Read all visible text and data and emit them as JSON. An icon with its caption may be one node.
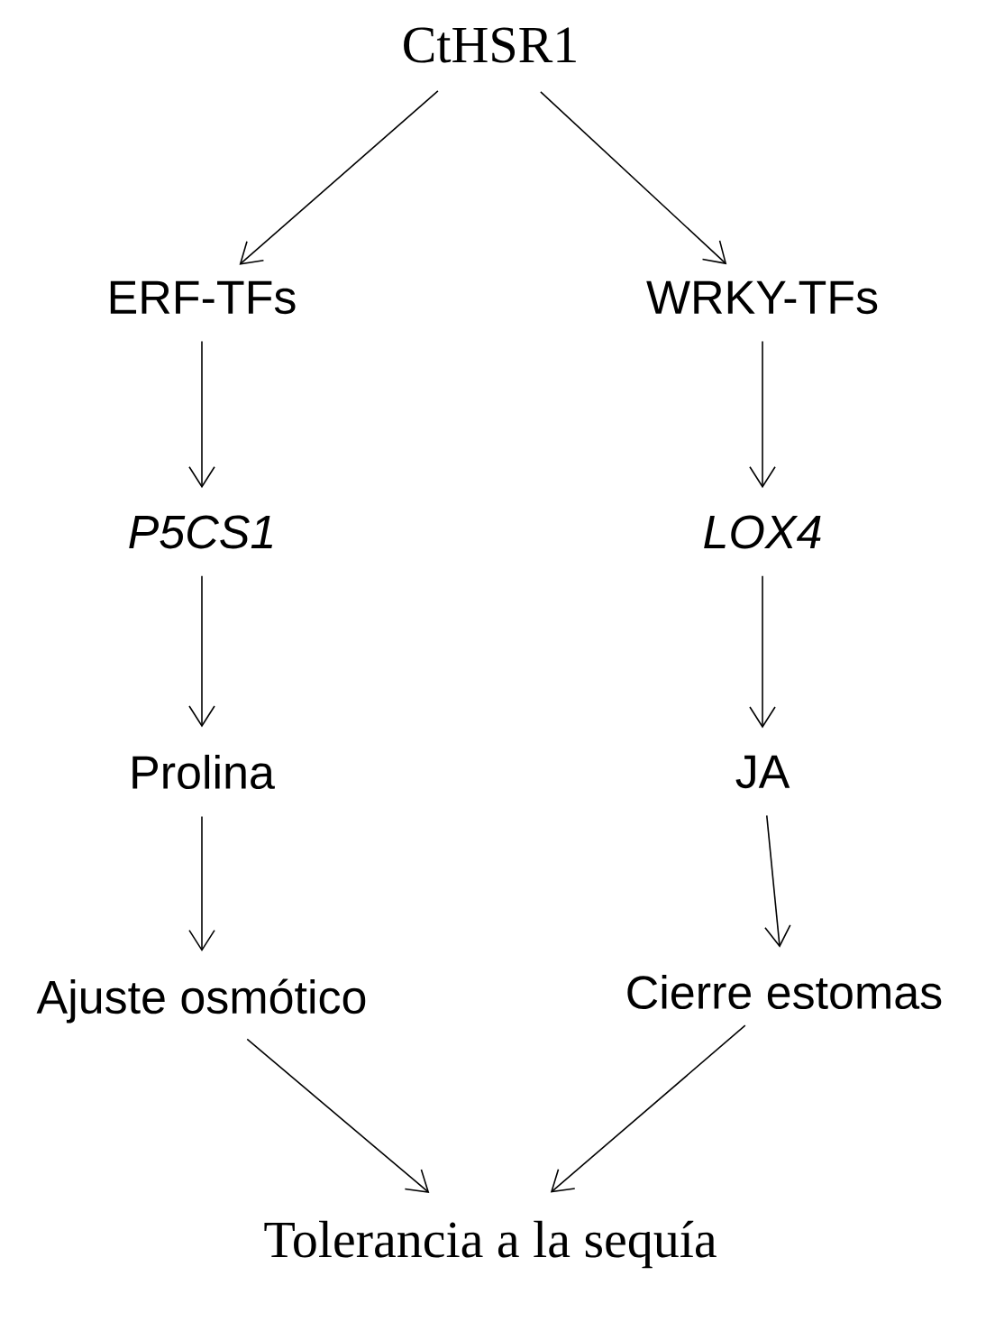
{
  "diagram": {
    "nodes": [
      {
        "text": [
          "CtHSR1"
        ]
      },
      {
        "text": [
          "ERF-TFs"
        ]
      },
      {
        "text": [
          "WRKY-TFs"
        ]
      },
      {
        "text": [
          "P5CS1"
        ]
      },
      {
        "text": [
          "LOX4"
        ]
      },
      {
        "text": [
          "Prolina"
        ]
      },
      {
        "text": [
          "JA"
        ]
      },
      {
        "text": [
          "Ajuste osmótico"
        ]
      },
      {
        "text": [
          "Cierre estomas"
        ]
      },
      {
        "text": [
          "Tolerancia a la sequía"
        ]
      }
    ],
    "edges": [
      {
        "from": 0,
        "to": 1,
        "arrow": "to"
      },
      {
        "from": 0,
        "to": 2,
        "arrow": "to"
      },
      {
        "from": 1,
        "to": 3,
        "arrow": "to"
      },
      {
        "from": 2,
        "to": 4,
        "arrow": "to"
      },
      {
        "from": 3,
        "to": 5,
        "arrow": "to"
      },
      {
        "from": 4,
        "to": 6,
        "arrow": "to"
      },
      {
        "from": 5,
        "to": 7,
        "arrow": "to"
      },
      {
        "from": 6,
        "to": 8,
        "arrow": "to"
      },
      {
        "from": 7,
        "to": 9,
        "arrow": "to"
      },
      {
        "from": 8,
        "to": 9,
        "arrow": "to"
      }
    ]
  }
}
